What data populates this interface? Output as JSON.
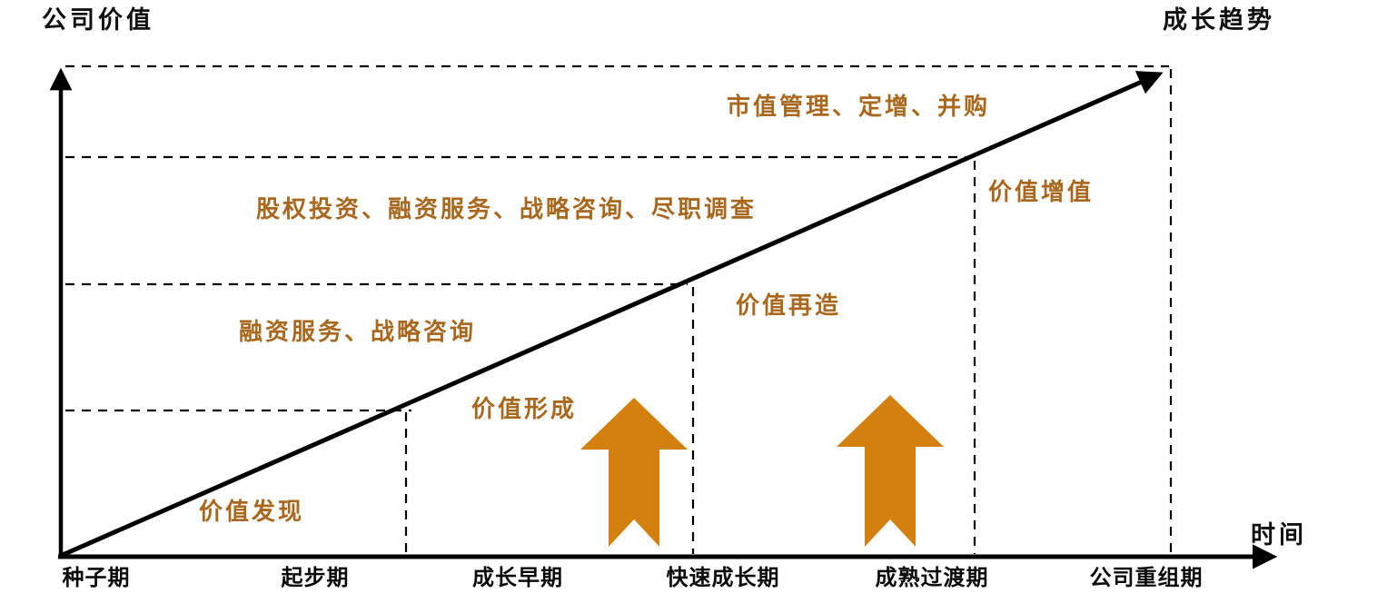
{
  "titles": {
    "y_axis": "公司价值",
    "trend": "成长趋势",
    "x_axis": "时间"
  },
  "phases": [
    {
      "label": "价值发现"
    },
    {
      "label": "价值形成"
    },
    {
      "label": "价值再造"
    },
    {
      "label": "价值增值"
    }
  ],
  "services": [
    {
      "label": "融资服务、战略咨询"
    },
    {
      "label": "股权投资、融资服务、战略咨询、尽职调查"
    },
    {
      "label": "市值管理、定增、并购"
    }
  ],
  "stages": [
    {
      "label": "种子期"
    },
    {
      "label": "起步期"
    },
    {
      "label": "成长早期"
    },
    {
      "label": "快速成长期"
    },
    {
      "label": "成熟过渡期"
    },
    {
      "label": "公司重组期"
    }
  ],
  "icons": {
    "up_arrow_1": "up-arrow",
    "up_arrow_2": "up-arrow"
  },
  "colors": {
    "arrow_orange": "#D4800E",
    "label_brown": "#A9681E",
    "line_black": "#000000"
  }
}
